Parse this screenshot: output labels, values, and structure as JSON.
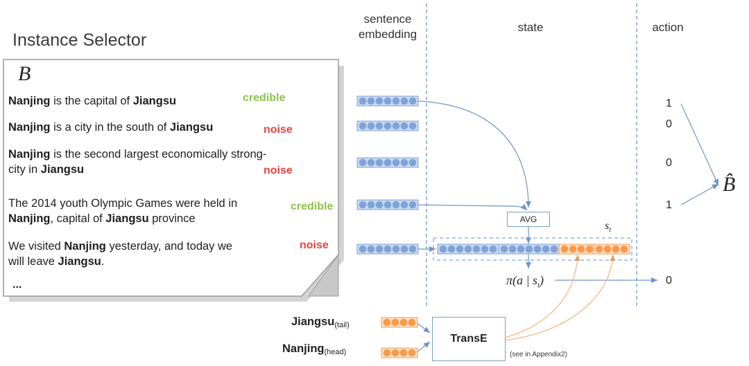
{
  "title": "Instance Selector",
  "headers": {
    "sentence_embedding": "sentence\nembedding",
    "state": "state",
    "action": "action"
  },
  "bag_symbol": "B",
  "sentences": [
    {
      "prefix_bold": "Nanjing",
      "mid": " is the capital of ",
      "suffix_bold": "Jiangsu",
      "tail": "",
      "line2": null,
      "label": "credible"
    },
    {
      "prefix_bold": "Nanjing",
      "mid": " is a city in the south of ",
      "suffix_bold": "Jiangsu",
      "tail": "",
      "line2": null,
      "label": "noise"
    },
    {
      "line1": "Nanjing is the second largest economically strong-",
      "line2": "city in Jiangsu",
      "label": "noise"
    },
    {
      "line1": "The 2014 youth Olympic Games were held in",
      "line2": "Nanjing, capital of Jiangsu province",
      "label": "credible"
    },
    {
      "line1": "We visited Nanjing yesterday, and today we",
      "line2": "will leave Jiangsu.",
      "label": "noise"
    }
  ],
  "ellipsis": "...",
  "actions": [
    "1",
    "0",
    "0",
    "1"
  ],
  "final_action": "0",
  "b_hat": "B̂",
  "avg_label": "AVG",
  "state_symbol": "s",
  "state_sub": "t",
  "policy": "π(a | s",
  "policy_close": ")",
  "transe_label": "TransE",
  "appendix_note": "(see in Appendix2)",
  "entities": {
    "tail": {
      "name": "Jiangsu",
      "sub": "(tail)"
    },
    "head": {
      "name": "Nanjing",
      "sub": "(head)"
    }
  },
  "colors": {
    "blue_node": "#7fa3d9",
    "blue_fill": "#c9d9ef",
    "orange_node": "#f79a4a",
    "orange_fill": "#fde0c6",
    "arrow": "#6f93c9",
    "orange_arrow": "#f7b07a",
    "credible": "#8ec24a",
    "noise": "#f2413a"
  }
}
